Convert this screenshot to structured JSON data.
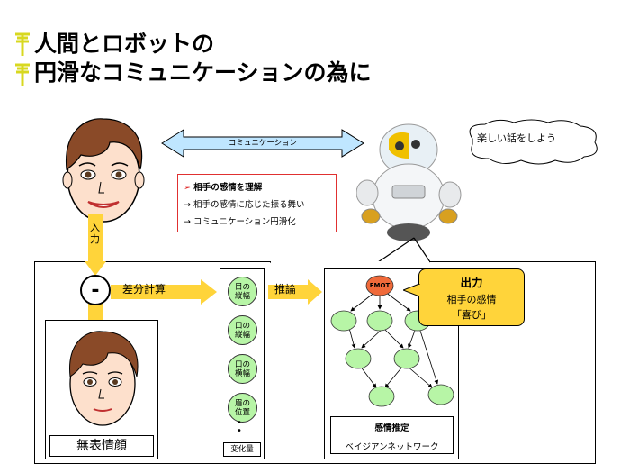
{
  "title": {
    "line1": "人間とロボットの",
    "line2": "円滑なコミュニケーションの為に"
  },
  "communication_label": "コミュニケーション",
  "speech_bubble": "楽しい話をしよう",
  "understanding_box": {
    "line1": "相手の感情を理解",
    "line2": "→ 相手の感情に応じた振る舞い",
    "line3": "→ コミュニケーション円滑化"
  },
  "input_label": "入力",
  "minus_symbol": "-",
  "diff_label": "差分計算",
  "neutral_face_label": "無表情顔",
  "features": [
    {
      "line1": "目の",
      "line2": "縦幅"
    },
    {
      "line1": "口の",
      "line2": "縦幅"
    },
    {
      "line1": "口の",
      "line2": "横幅"
    },
    {
      "line1": "眉の",
      "line2": "位置"
    }
  ],
  "feature_dots": "•\n•",
  "feature_column_label": "変化量",
  "inference_label": "推論",
  "emot_node": "EMOT",
  "bayes_label": {
    "line1": "感情推定",
    "line2": "ベイジアンネットワーク"
  },
  "output_box": {
    "line1": "出力",
    "line2": "相手の感情",
    "line3": "「喜び」"
  },
  "colors": {
    "arrow_blue": "#bfe6ff",
    "arrow_yellow": "#ffd43a",
    "node_green": "#b7f5a6",
    "emot_red": "#f06a3a",
    "bullet_red": "#e03030",
    "title_bullet": "#e8e820"
  }
}
